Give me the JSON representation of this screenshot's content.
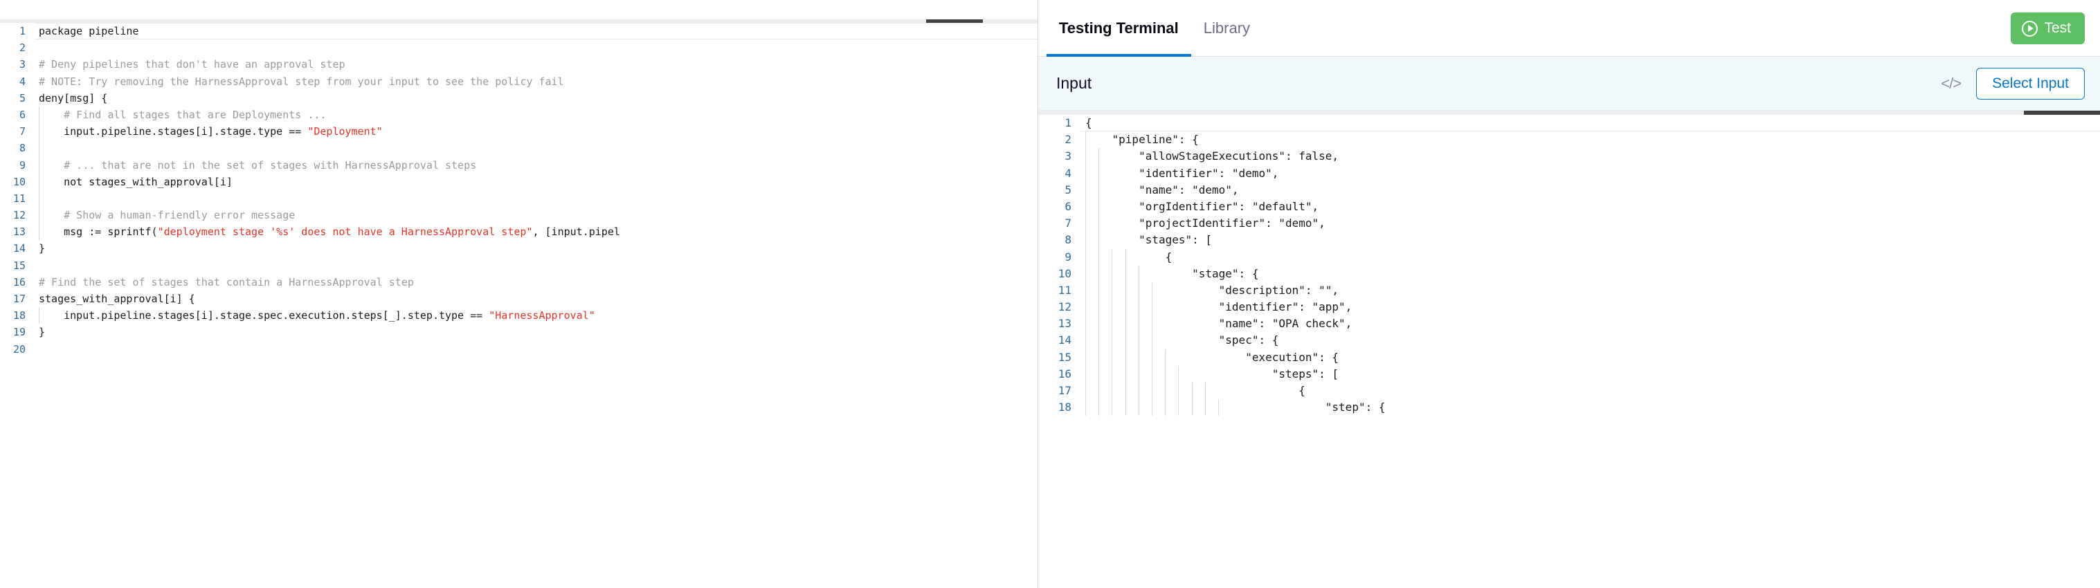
{
  "editor": {
    "name": "rego-policy-editor",
    "language": "rego",
    "scrollbar": {
      "orientation": "horizontal",
      "position": "top"
    },
    "current_line": 1,
    "lines": [
      {
        "num": "1",
        "indent": 0,
        "tokens": [
          {
            "t": "plain",
            "v": "package pipeline"
          }
        ]
      },
      {
        "num": "2",
        "indent": 0,
        "tokens": []
      },
      {
        "num": "3",
        "indent": 0,
        "tokens": [
          {
            "t": "comment",
            "v": "# Deny pipelines that don't have an approval step"
          }
        ]
      },
      {
        "num": "4",
        "indent": 0,
        "tokens": [
          {
            "t": "comment",
            "v": "# NOTE: Try removing the HarnessApproval step from your input to see the policy fail"
          }
        ]
      },
      {
        "num": "5",
        "indent": 0,
        "tokens": [
          {
            "t": "plain",
            "v": "deny[msg] {"
          }
        ]
      },
      {
        "num": "6",
        "indent": 1,
        "tokens": [
          {
            "t": "comment",
            "v": "    # Find all stages that are Deployments ..."
          }
        ]
      },
      {
        "num": "7",
        "indent": 1,
        "tokens": [
          {
            "t": "plain",
            "v": "    input.pipeline.stages[i].stage.type == "
          },
          {
            "t": "string",
            "v": "\"Deployment\""
          }
        ]
      },
      {
        "num": "8",
        "indent": 1,
        "tokens": []
      },
      {
        "num": "9",
        "indent": 1,
        "tokens": [
          {
            "t": "comment",
            "v": "    # ... that are not in the set of stages with HarnessApproval steps"
          }
        ]
      },
      {
        "num": "10",
        "indent": 1,
        "tokens": [
          {
            "t": "plain",
            "v": "    not stages_with_approval[i]"
          }
        ]
      },
      {
        "num": "11",
        "indent": 1,
        "tokens": []
      },
      {
        "num": "12",
        "indent": 1,
        "tokens": [
          {
            "t": "comment",
            "v": "    # Show a human-friendly error message"
          }
        ]
      },
      {
        "num": "13",
        "indent": 1,
        "tokens": [
          {
            "t": "plain",
            "v": "    msg := sprintf("
          },
          {
            "t": "string",
            "v": "\"deployment stage '%s' does not have a HarnessApproval step\""
          },
          {
            "t": "plain",
            "v": ", [input.pipel"
          }
        ]
      },
      {
        "num": "14",
        "indent": 0,
        "tokens": [
          {
            "t": "plain",
            "v": "}"
          }
        ]
      },
      {
        "num": "15",
        "indent": 0,
        "tokens": []
      },
      {
        "num": "16",
        "indent": 0,
        "tokens": [
          {
            "t": "comment",
            "v": "# Find the set of stages that contain a HarnessApproval step"
          }
        ]
      },
      {
        "num": "17",
        "indent": 0,
        "tokens": [
          {
            "t": "plain",
            "v": "stages_with_approval[i] {"
          }
        ]
      },
      {
        "num": "18",
        "indent": 1,
        "tokens": [
          {
            "t": "plain",
            "v": "    input.pipeline.stages[i].stage.spec.execution.steps[_].step.type == "
          },
          {
            "t": "string",
            "v": "\"HarnessApproval\""
          }
        ]
      },
      {
        "num": "19",
        "indent": 0,
        "tokens": [
          {
            "t": "plain",
            "v": "}"
          }
        ]
      },
      {
        "num": "20",
        "indent": 0,
        "tokens": []
      }
    ]
  },
  "terminal": {
    "tabs": [
      {
        "label": "Testing Terminal",
        "active": true
      },
      {
        "label": "Library",
        "active": false
      }
    ],
    "test_button": {
      "label": "Test",
      "icon": "play-circle-icon",
      "color": "#5fbf63"
    },
    "input_bar": {
      "title": "Input",
      "code_icon": "</>",
      "select_input_label": "Select Input",
      "accent": "#0278d5",
      "background": "#f2f9fd"
    },
    "json_editor": {
      "name": "input-json-editor",
      "current_line": 1,
      "scrollbar": {
        "orientation": "horizontal",
        "position": "top"
      },
      "lines": [
        {
          "num": "1",
          "guides": 0,
          "text": "{"
        },
        {
          "num": "2",
          "guides": 1,
          "text": "    \"pipeline\": {"
        },
        {
          "num": "3",
          "guides": 2,
          "text": "        \"allowStageExecutions\": false,"
        },
        {
          "num": "4",
          "guides": 2,
          "text": "        \"identifier\": \"demo\","
        },
        {
          "num": "5",
          "guides": 2,
          "text": "        \"name\": \"demo\","
        },
        {
          "num": "6",
          "guides": 2,
          "text": "        \"orgIdentifier\": \"default\","
        },
        {
          "num": "7",
          "guides": 2,
          "text": "        \"projectIdentifier\": \"demo\","
        },
        {
          "num": "8",
          "guides": 2,
          "text": "        \"stages\": ["
        },
        {
          "num": "9",
          "guides": 4,
          "text": "            {"
        },
        {
          "num": "10",
          "guides": 5,
          "text": "                \"stage\": {"
        },
        {
          "num": "11",
          "guides": 6,
          "text": "                    \"description\": \"\","
        },
        {
          "num": "12",
          "guides": 6,
          "text": "                    \"identifier\": \"app\","
        },
        {
          "num": "13",
          "guides": 6,
          "text": "                    \"name\": \"OPA check\","
        },
        {
          "num": "14",
          "guides": 6,
          "text": "                    \"spec\": {"
        },
        {
          "num": "15",
          "guides": 7,
          "text": "                        \"execution\": {"
        },
        {
          "num": "16",
          "guides": 8,
          "text": "                            \"steps\": ["
        },
        {
          "num": "17",
          "guides": 10,
          "text": "                                {"
        },
        {
          "num": "18",
          "guides": 11,
          "text": "                                    \"step\": {"
        }
      ]
    }
  }
}
